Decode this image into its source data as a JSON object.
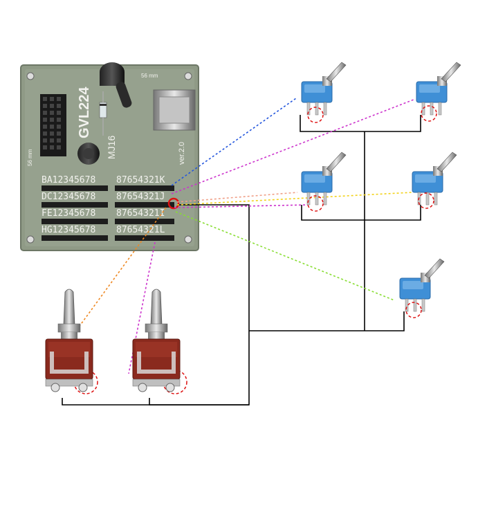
{
  "board": {
    "model": "GVL224",
    "sub_model": "MJ16",
    "version": "ver.2.0",
    "dim_top": "56 mm",
    "dim_side": "56 mm",
    "row_ab_left": "BA12345678",
    "row_ab_right": "87654321K",
    "row_cd_left": "DC12345678",
    "row_cd_right": "87654321J",
    "row_ef_left": "FE12345678",
    "row_ef_right": "87654321I",
    "row_gh_left": "HG12345678",
    "row_gh_right": "87654321L"
  },
  "colors": {
    "board": "#8f9a86",
    "wire_black": "#000000",
    "wire_blue": "#2255dd",
    "wire_magenta": "#cc33cc",
    "wire_yellow": "#f2d21a",
    "wire_peach": "#f0a088",
    "wire_green": "#88dd33",
    "wire_orange": "#ee8822",
    "highlight_red": "#dd1111",
    "switch_blue": "#3f8fd6",
    "switch_red": "#8a2a1e"
  },
  "components": {
    "mini_switches": [
      "blue-toggle-switch-1",
      "blue-toggle-switch-2",
      "blue-toggle-switch-3",
      "blue-toggle-switch-4",
      "blue-toggle-switch-5"
    ],
    "large_switches": [
      "red-toggle-switch-1",
      "red-toggle-switch-2"
    ]
  }
}
